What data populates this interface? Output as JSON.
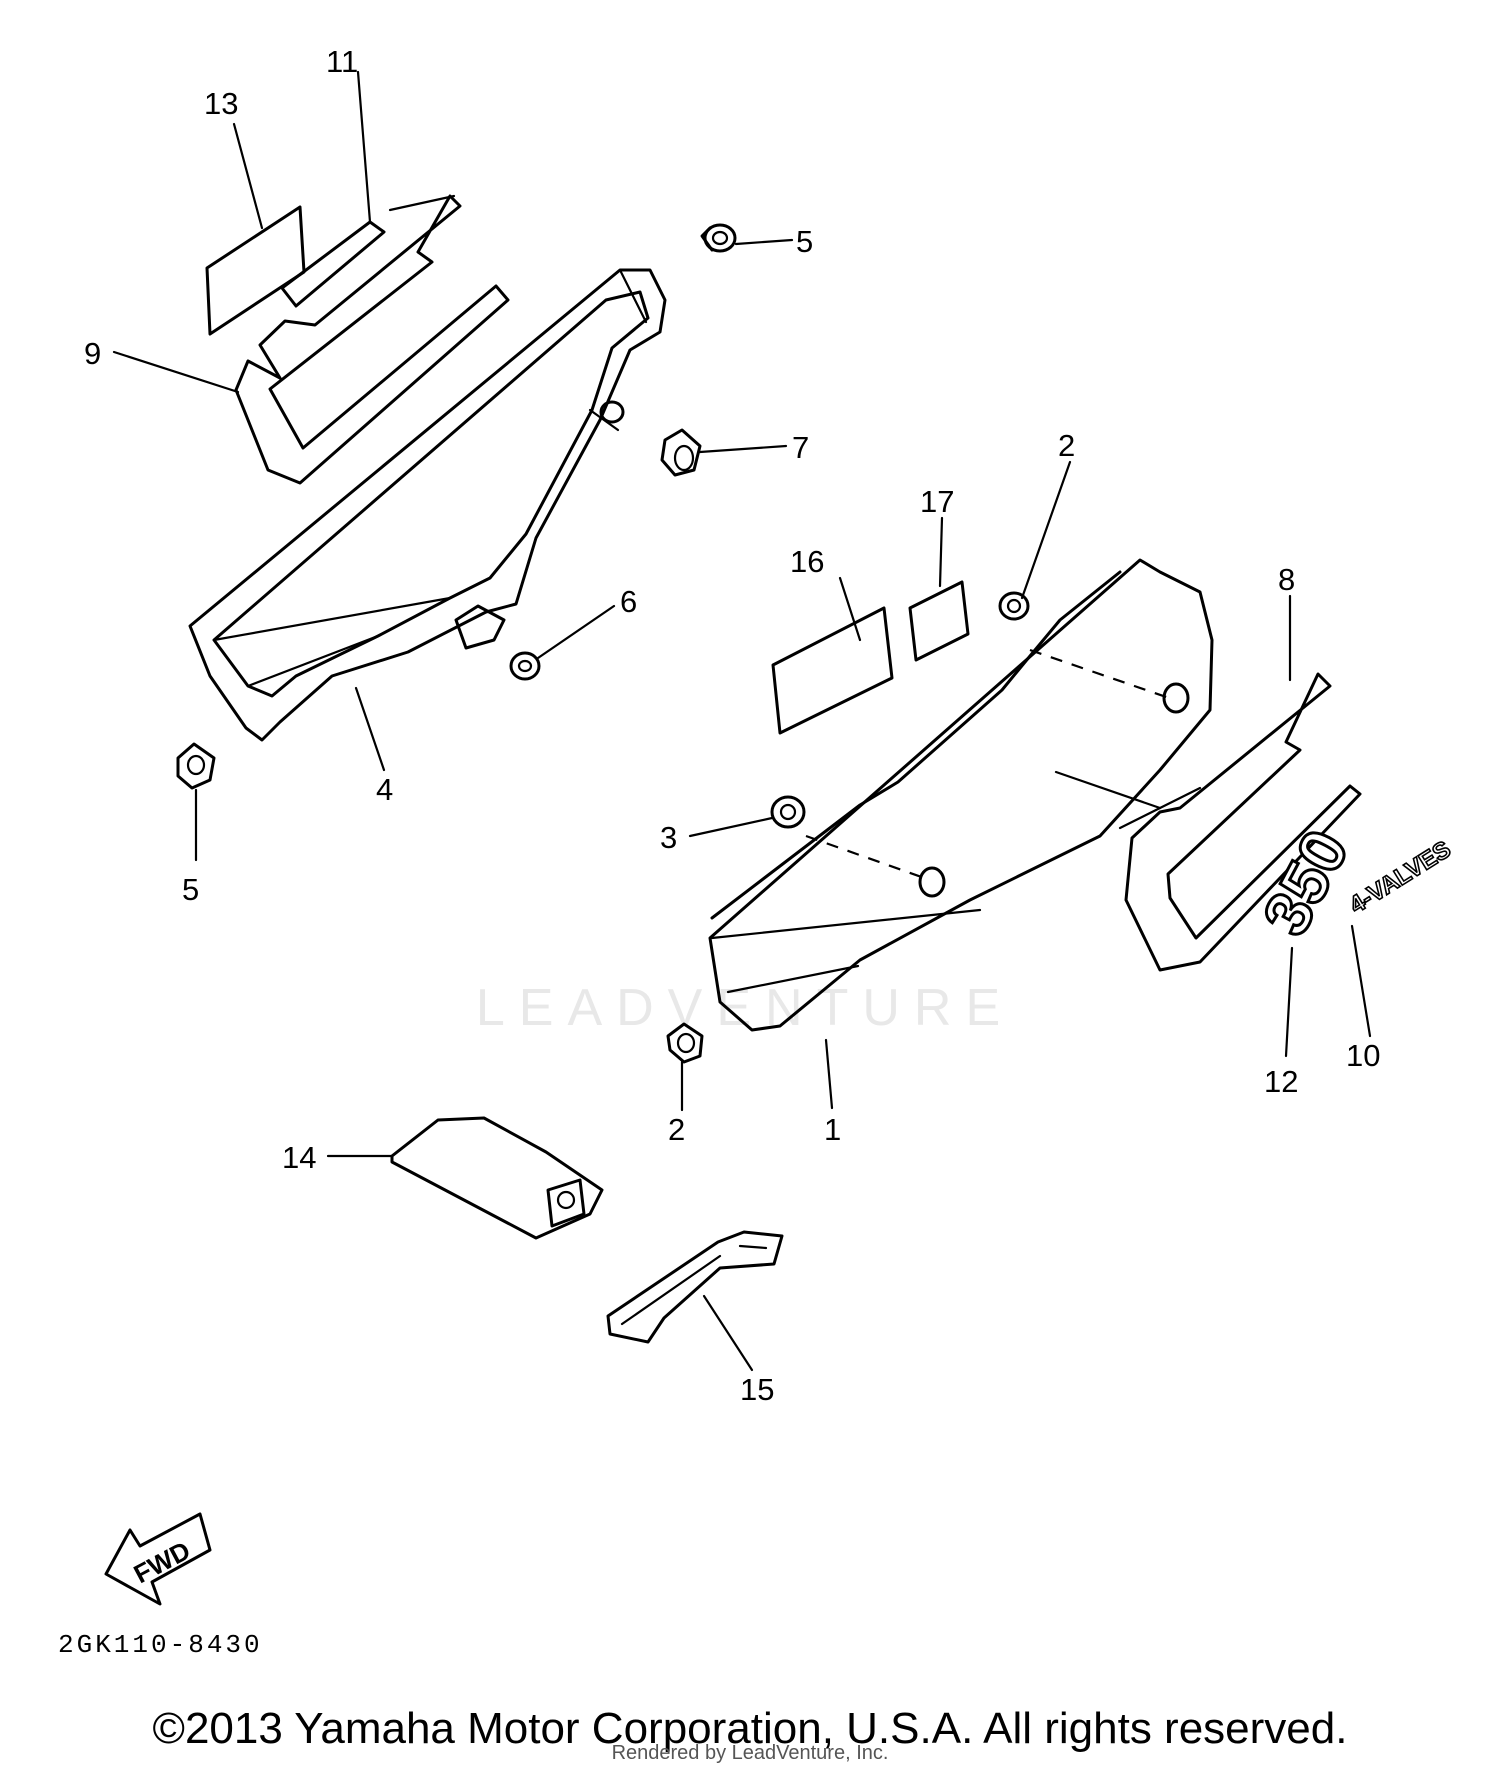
{
  "callouts": {
    "c1": "1",
    "c2a": "2",
    "c2b": "2",
    "c3": "3",
    "c4": "4",
    "c5a": "5",
    "c5b": "5",
    "c6": "6",
    "c7": "7",
    "c8": "8",
    "c9": "9",
    "c10": "10",
    "c11": "11",
    "c12": "12",
    "c13": "13",
    "c14": "14",
    "c15": "15",
    "c16": "16",
    "c17": "17"
  },
  "emblem": {
    "model": "350",
    "valves": "4-VALVES"
  },
  "fwd_label": "FWD",
  "diagram_code": "2GK110-8430",
  "watermark": "LEADVENTURE",
  "copyright": "©2013 Yamaha Motor Corporation, U.S.A. All rights reserved.",
  "rendered_by": "Rendered by LeadVenture, Inc."
}
